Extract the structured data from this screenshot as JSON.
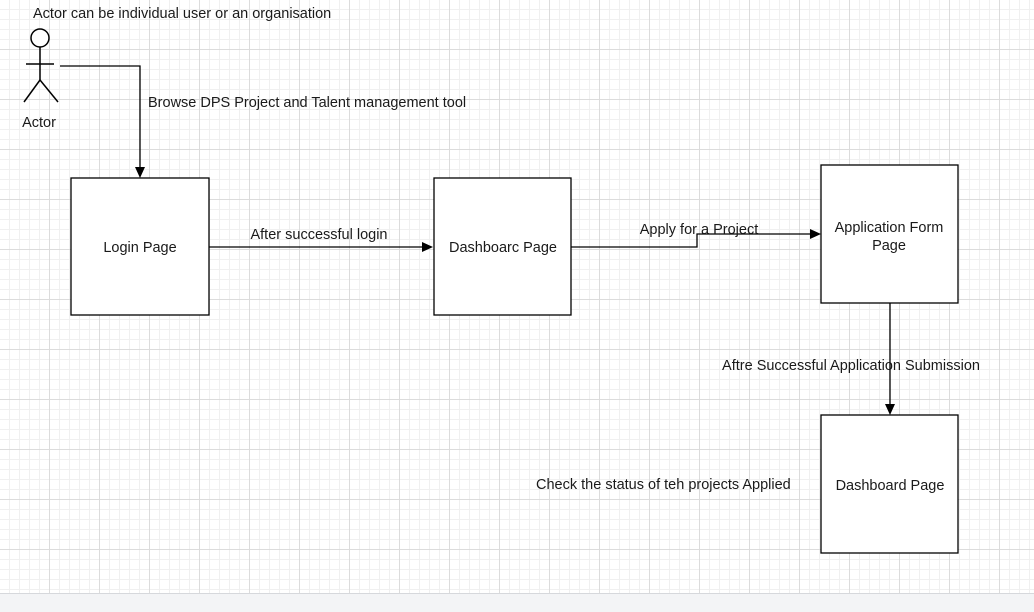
{
  "diagram": {
    "note": "Actor can be individual user or an organisation",
    "actor_label": "Actor",
    "nodes": {
      "login": "Login Page",
      "dashboard_1": "Dashboarc Page",
      "application_form_line1": "Application Form",
      "application_form_line2": "Page",
      "dashboard_2": "Dashboard Page"
    },
    "edges": {
      "actor_to_login": "Browse DPS Project and Talent management tool",
      "login_to_dashboard": "After successful login",
      "dashboard_to_form": "Apply for a Project",
      "form_to_dashboard": "Aftre Successful Application Submission"
    },
    "side_note": "Check the status of teh projects Applied"
  }
}
